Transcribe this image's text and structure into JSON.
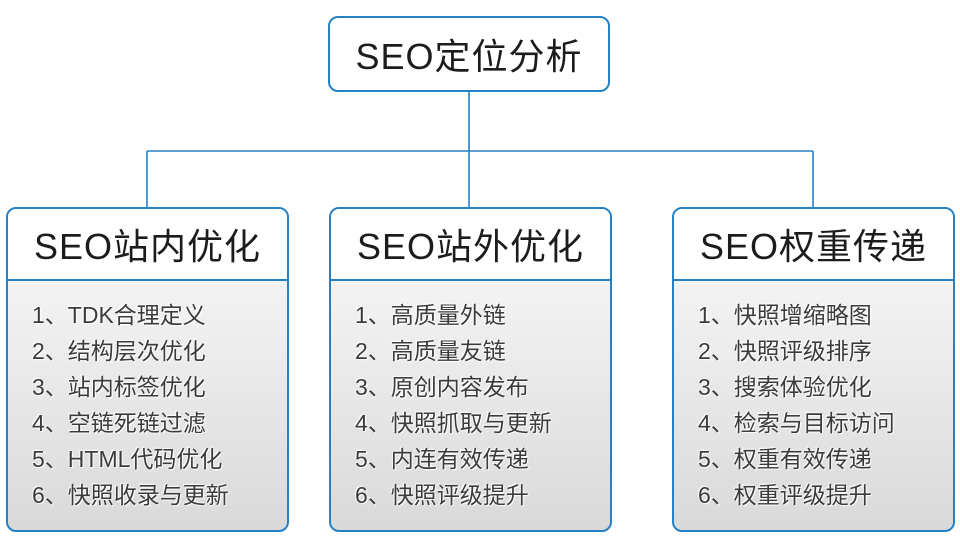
{
  "root": {
    "label": "SEO定位分析"
  },
  "panels": [
    {
      "title": "SEO站内优化",
      "items": [
        "1、TDK合理定义",
        "2、结构层次优化",
        "3、站内标签优化",
        "4、空链死链过滤",
        "5、HTML代码优化",
        "6、快照收录与更新"
      ]
    },
    {
      "title": "SEO站外优化",
      "items": [
        "1、高质量外链",
        "2、高质量友链",
        "3、原创内容发布",
        "4、快照抓取与更新",
        "5、内连有效传递",
        "6、快照评级提升"
      ]
    },
    {
      "title": "SEO权重传递",
      "items": [
        "1、快照增缩略图",
        "2、快照评级排序",
        "3、搜索体验优化",
        "4、检索与目标访问",
        "5、权重有效传递",
        "6、权重评级提升"
      ]
    }
  ],
  "colors": {
    "border_blue": "#2381c4",
    "connector_blue": "#2381c4",
    "text_dark": "#1c1c1c",
    "list_text": "#3b3b3b",
    "panel_gradient_top": "#fbfbfb",
    "panel_gradient_bottom": "#d9d9d9"
  }
}
